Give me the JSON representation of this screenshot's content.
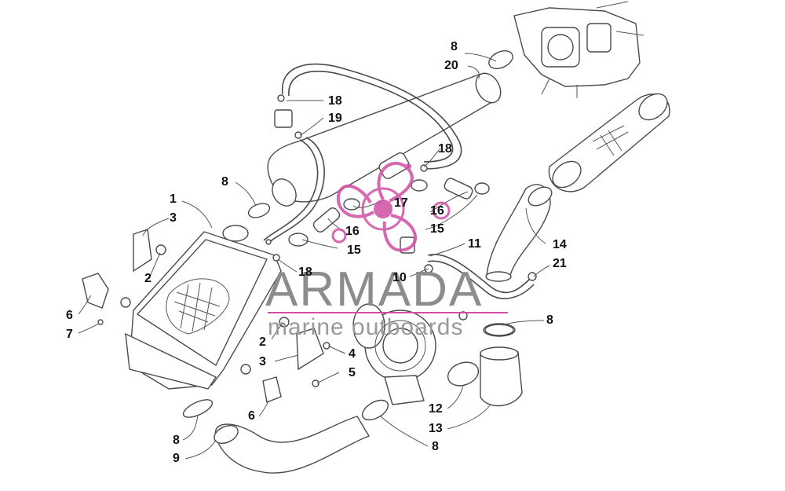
{
  "watermark": {
    "brand": "ARMADA",
    "tagline": "marine outboards",
    "colors": {
      "accent": "#d04ea4",
      "text": "#8c8c8c"
    },
    "icon": "propeller-logo-icon"
  },
  "callouts": [
    {
      "id": "c-8-top",
      "label": "8"
    },
    {
      "id": "c-20",
      "label": "20"
    },
    {
      "id": "c-18-a",
      "label": "18"
    },
    {
      "id": "c-19",
      "label": "19"
    },
    {
      "id": "c-18-b",
      "label": "18"
    },
    {
      "id": "c-8-left",
      "label": "8"
    },
    {
      "id": "c-1",
      "label": "1"
    },
    {
      "id": "c-3-a",
      "label": "3"
    },
    {
      "id": "c-17",
      "label": "17"
    },
    {
      "id": "c-16-a",
      "label": "16"
    },
    {
      "id": "c-16-b",
      "label": "16"
    },
    {
      "id": "c-15-a",
      "label": "15"
    },
    {
      "id": "c-15-b",
      "label": "15"
    },
    {
      "id": "c-14",
      "label": "14"
    },
    {
      "id": "c-11",
      "label": "11"
    },
    {
      "id": "c-21",
      "label": "21"
    },
    {
      "id": "c-2-a",
      "label": "2"
    },
    {
      "id": "c-18-c",
      "label": "18"
    },
    {
      "id": "c-10",
      "label": "10"
    },
    {
      "id": "c-6-a",
      "label": "6"
    },
    {
      "id": "c-7",
      "label": "7"
    },
    {
      "id": "c-8-right",
      "label": "8"
    },
    {
      "id": "c-2-b",
      "label": "2"
    },
    {
      "id": "c-4",
      "label": "4"
    },
    {
      "id": "c-3-b",
      "label": "3"
    },
    {
      "id": "c-5",
      "label": "5"
    },
    {
      "id": "c-6-b",
      "label": "6"
    },
    {
      "id": "c-12",
      "label": "12"
    },
    {
      "id": "c-13",
      "label": "13"
    },
    {
      "id": "c-8-bottom-left",
      "label": "8"
    },
    {
      "id": "c-8-bottom",
      "label": "8"
    },
    {
      "id": "c-9",
      "label": "9"
    }
  ]
}
